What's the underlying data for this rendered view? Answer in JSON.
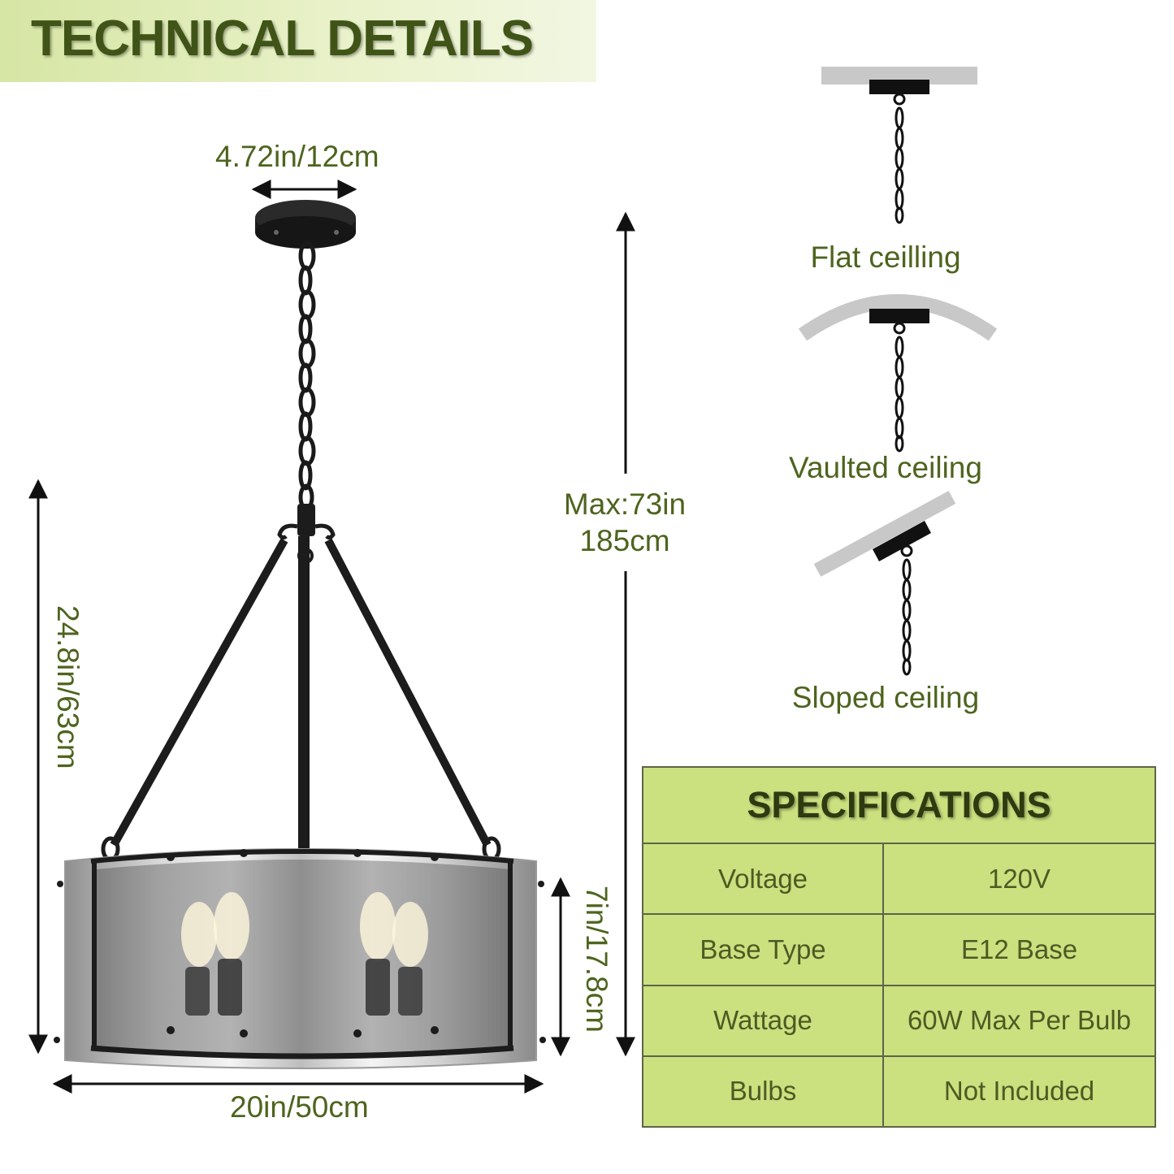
{
  "header": {
    "title": "TECHNICAL DETAILS"
  },
  "dimensions": {
    "canopy_width": "4.72in/12cm",
    "total_height": "24.8in/63cm",
    "shade_height": "7in/17.8cm",
    "shade_width": "20in/50cm",
    "max_height_line1": "Max:73in",
    "max_height_line2": "185cm"
  },
  "mounting": {
    "flat": "Flat ceilling",
    "vaulted": "Vaulted ceiling",
    "sloped": "Sloped ceiling"
  },
  "specifications": {
    "title": "SPECIFICATIONS",
    "rows": [
      {
        "label": "Voltage",
        "value": "120V"
      },
      {
        "label": "Base Type",
        "value": "E12 Base"
      },
      {
        "label": "Wattage",
        "value": "60W Max Per Bulb"
      },
      {
        "label": "Bulbs",
        "value": "Not Included"
      }
    ]
  },
  "colors": {
    "header_band": "#d6e6a4",
    "text_green": "#4e641e",
    "table_fill": "#cbe07f",
    "fixture_black": "#1c1c1c",
    "ceiling_gray": "#c8c8c8"
  }
}
